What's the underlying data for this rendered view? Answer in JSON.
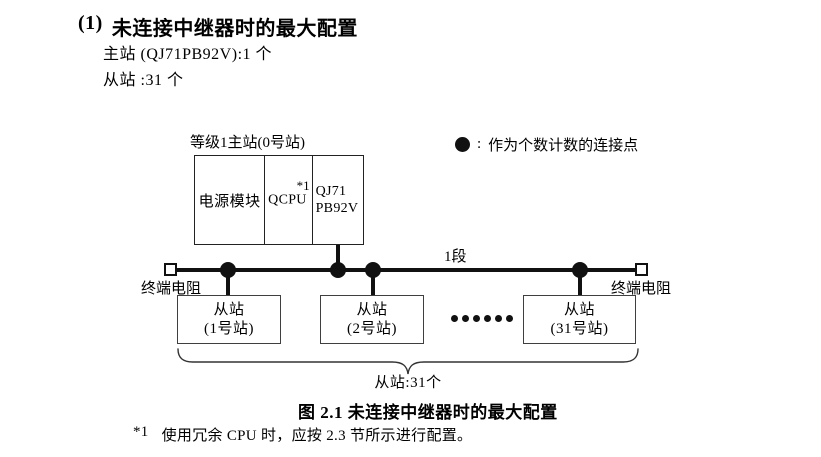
{
  "header": {
    "number": "(1)",
    "title": "未连接中继器时的最大配置",
    "master_count_line": "主站 (QJ71PB92V):1 个",
    "slave_count_line": "从站 :31 个"
  },
  "figure": {
    "master_station": {
      "label": "等级1主站(0号站)",
      "modules": {
        "power": "电源模块",
        "cpu": "QCPU",
        "cpu_footnote_ref": "*1",
        "network_line1": "QJ71",
        "network_line2": "PB92V"
      }
    },
    "legend": {
      "symbol": "connection-point-dot",
      "colon": ":",
      "text": "作为个数计数的连接点"
    },
    "bus": {
      "segment_label": "1段",
      "terminator_left_label": "终端电阻",
      "terminator_right_label": "终端电阻"
    },
    "slaves": [
      {
        "line1": "从站",
        "line2": "(1号站)"
      },
      {
        "line1": "从站",
        "line2": "(2号站)"
      },
      {
        "line1": "从站",
        "line2": "(31号站)"
      }
    ],
    "slaves_brace_label": "从站:31个",
    "caption": "图 2.1 未连接中继器时的最大配置"
  },
  "footnote": {
    "marker": "*1",
    "text": "使用冗余 CPU 时，应按 2.3 节所示进行配置。"
  },
  "colors": {
    "ink": "#000000",
    "bus_line": "#111111",
    "box_border": "#3f3f3f"
  }
}
